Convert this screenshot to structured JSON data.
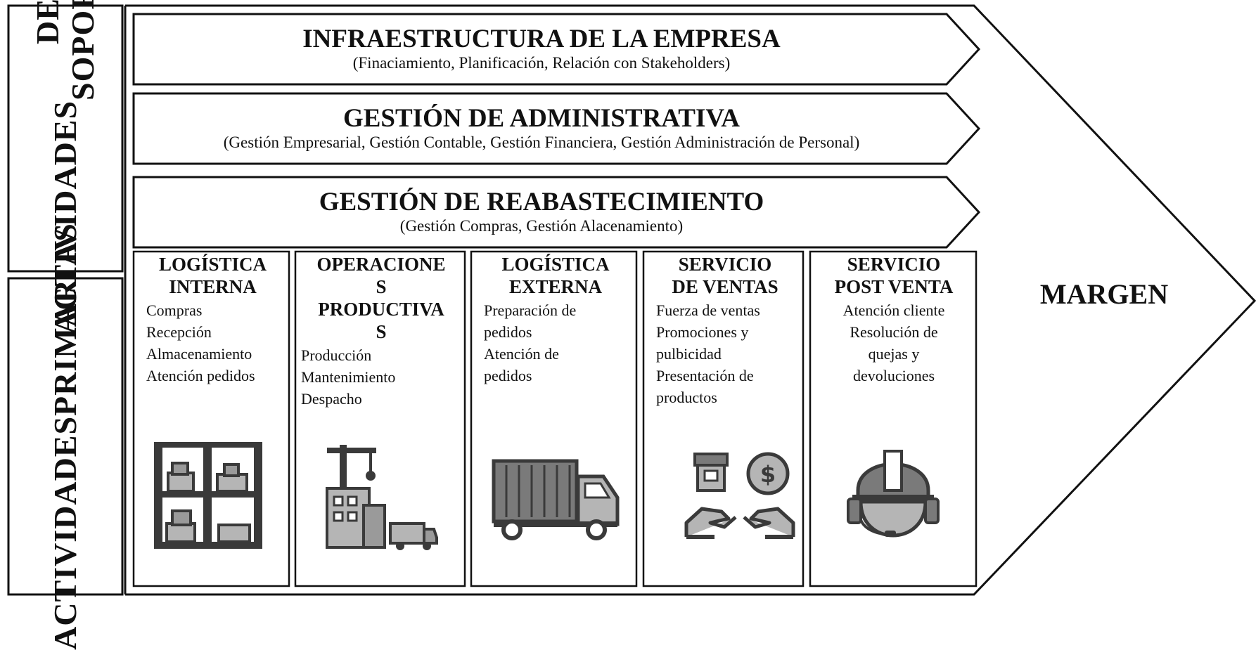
{
  "support_label": [
    "ACTIVIDADES",
    "DE SOPORTE"
  ],
  "primary_label": [
    "ACTIVIDADES",
    "PRIMARIAS"
  ],
  "support": [
    {
      "title": "INFRAESTRUCTURA DE LA EMPRESA",
      "subtitle": "(Finaciamiento, Planificación, Relación con Stakeholders)"
    },
    {
      "title": "GESTIÓN DE ADMINISTRATIVA",
      "subtitle": "(Gestión Empresarial, Gestión Contable, Gestión Financiera, Gestión Administración de Personal)"
    },
    {
      "title": "GESTIÓN DE REABASTECIMIENTO",
      "subtitle": "(Gestión Compras, Gestión Alacenamiento)"
    }
  ],
  "primary": [
    {
      "head": [
        "LOGÍSTICA",
        "INTERNA"
      ],
      "items": [
        "Compras",
        "Recepción",
        "Almacenamiento",
        "Atención pedidos"
      ],
      "icon": "warehouse-shelves-icon"
    },
    {
      "head": [
        "OPERACIONE",
        "S",
        "PRODUCTIVA",
        "S"
      ],
      "items": [
        "Producción",
        "Mantenimiento",
        "Despacho"
      ],
      "icon": "factory-crane-icon"
    },
    {
      "head": [
        "LOGÍSTICA",
        "EXTERNA"
      ],
      "items": [
        "Preparación de",
        "pedidos",
        "Atención de",
        "pedidos"
      ],
      "icon": "delivery-truck-icon"
    },
    {
      "head": [
        "SERVICIO",
        "DE  VENTAS"
      ],
      "items": [
        "Fuerza de ventas",
        "Promociones y",
        "pulbicidad",
        "Presentación de",
        "productos"
      ],
      "icon": "sales-hands-icon"
    },
    {
      "head": [
        "SERVICIO",
        "POST VENTA"
      ],
      "items": [
        "Atención cliente",
        "Resolución de",
        "quejas y",
        "devoluciones"
      ],
      "icon": "customer-support-icon"
    }
  ],
  "margin_label": "MARGEN",
  "colors": {
    "line": "#111111",
    "icon_dark": "#3a3a3a",
    "icon_mid": "#7a7a7a",
    "icon_light": "#b5b5b5"
  }
}
